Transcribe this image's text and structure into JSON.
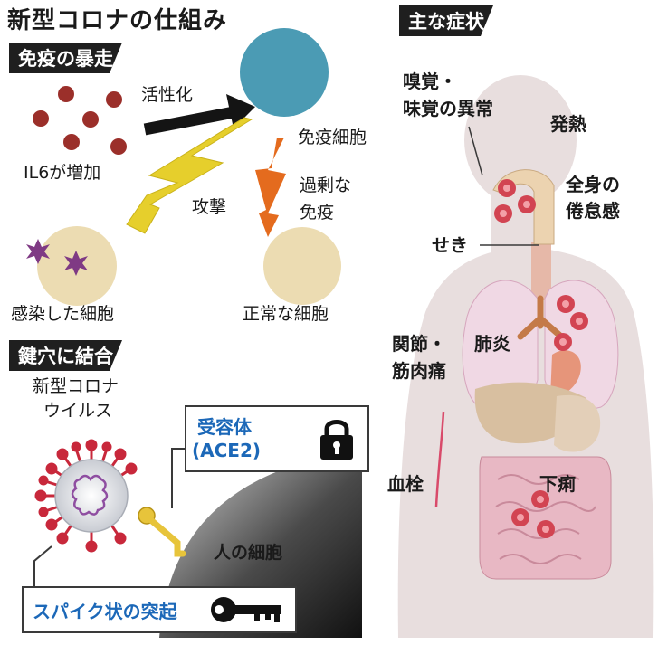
{
  "title": "新型コロナの仕組み",
  "sections": {
    "immune": "免疫の暴走",
    "bind": "鍵穴に結合",
    "symptoms": "主な症状"
  },
  "immune_flow": {
    "activation": "活性化",
    "il6": "IL6が増加",
    "immune_cell": "免疫細胞",
    "attack": "攻撃",
    "excess_line1": "過剰な",
    "excess_line2": "免疫",
    "infected_cell": "感染した細胞",
    "normal_cell": "正常な細胞"
  },
  "binding": {
    "virus_line1": "新型コロナ",
    "virus_line2": "ウイルス",
    "receptor_line1": "受容体",
    "receptor_line2": "(ACE2)",
    "human_cell": "人の細胞",
    "spike": "スパイク状の突起"
  },
  "symptoms": {
    "smell_line1": "嗅覚・",
    "smell_line2": "味覚の異常",
    "fever": "発熱",
    "fatigue_line1": "全身の",
    "fatigue_line2": "倦怠感",
    "cough": "せき",
    "joint_line1": "関節・",
    "joint_line2": "筋肉痛",
    "pneumonia": "肺炎",
    "thrombus": "血栓",
    "diarrhea": "下痢"
  },
  "icons": {
    "lock": "lock-icon",
    "key": "key-icon"
  },
  "colors": {
    "band": "#1f1f1f",
    "immune_cell": "#4b9bb4",
    "il6_dots": "#9b2f2a",
    "attack_bolt": "#e6cf2c",
    "excess_bolt": "#e46b1e",
    "cell_fill": "#ecdcb2",
    "virus_spike": "#c8283b",
    "receptor": "#e7c43b",
    "label_blue": "#1c68b8",
    "body": "#e8dede"
  }
}
